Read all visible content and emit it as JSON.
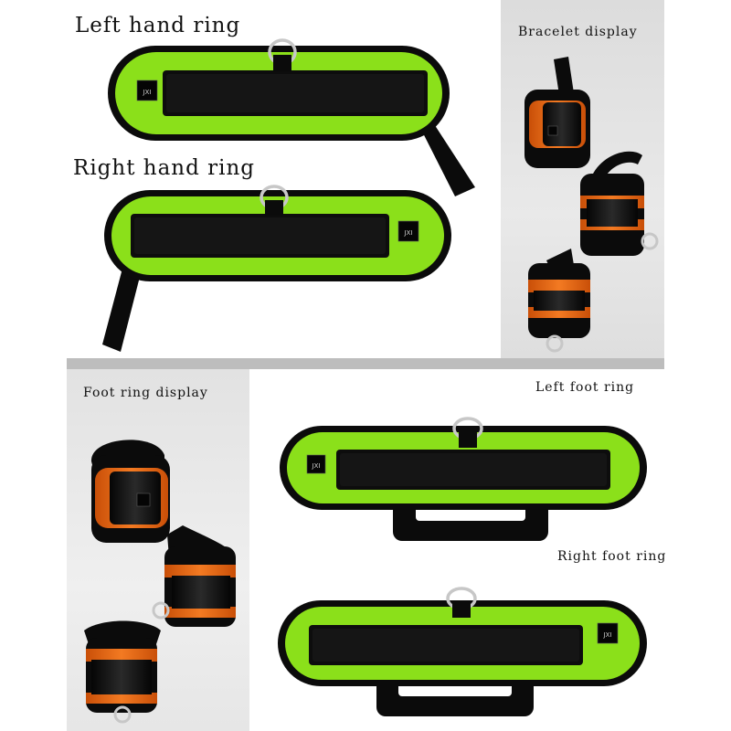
{
  "captions": {
    "left_hand": "Left hand ring",
    "right_hand": "Right hand ring",
    "bracelet_display": "Bracelet display",
    "foot_display": "Foot ring display",
    "left_foot": "Left foot ring",
    "right_foot": "Right foot ring"
  },
  "brand_mark": "JXI",
  "colors": {
    "pad_green": "#8be01a",
    "strap_black": "#0b0b0b",
    "accent_orange": "#f06a14",
    "ring_metal": "#c7c7c7"
  }
}
